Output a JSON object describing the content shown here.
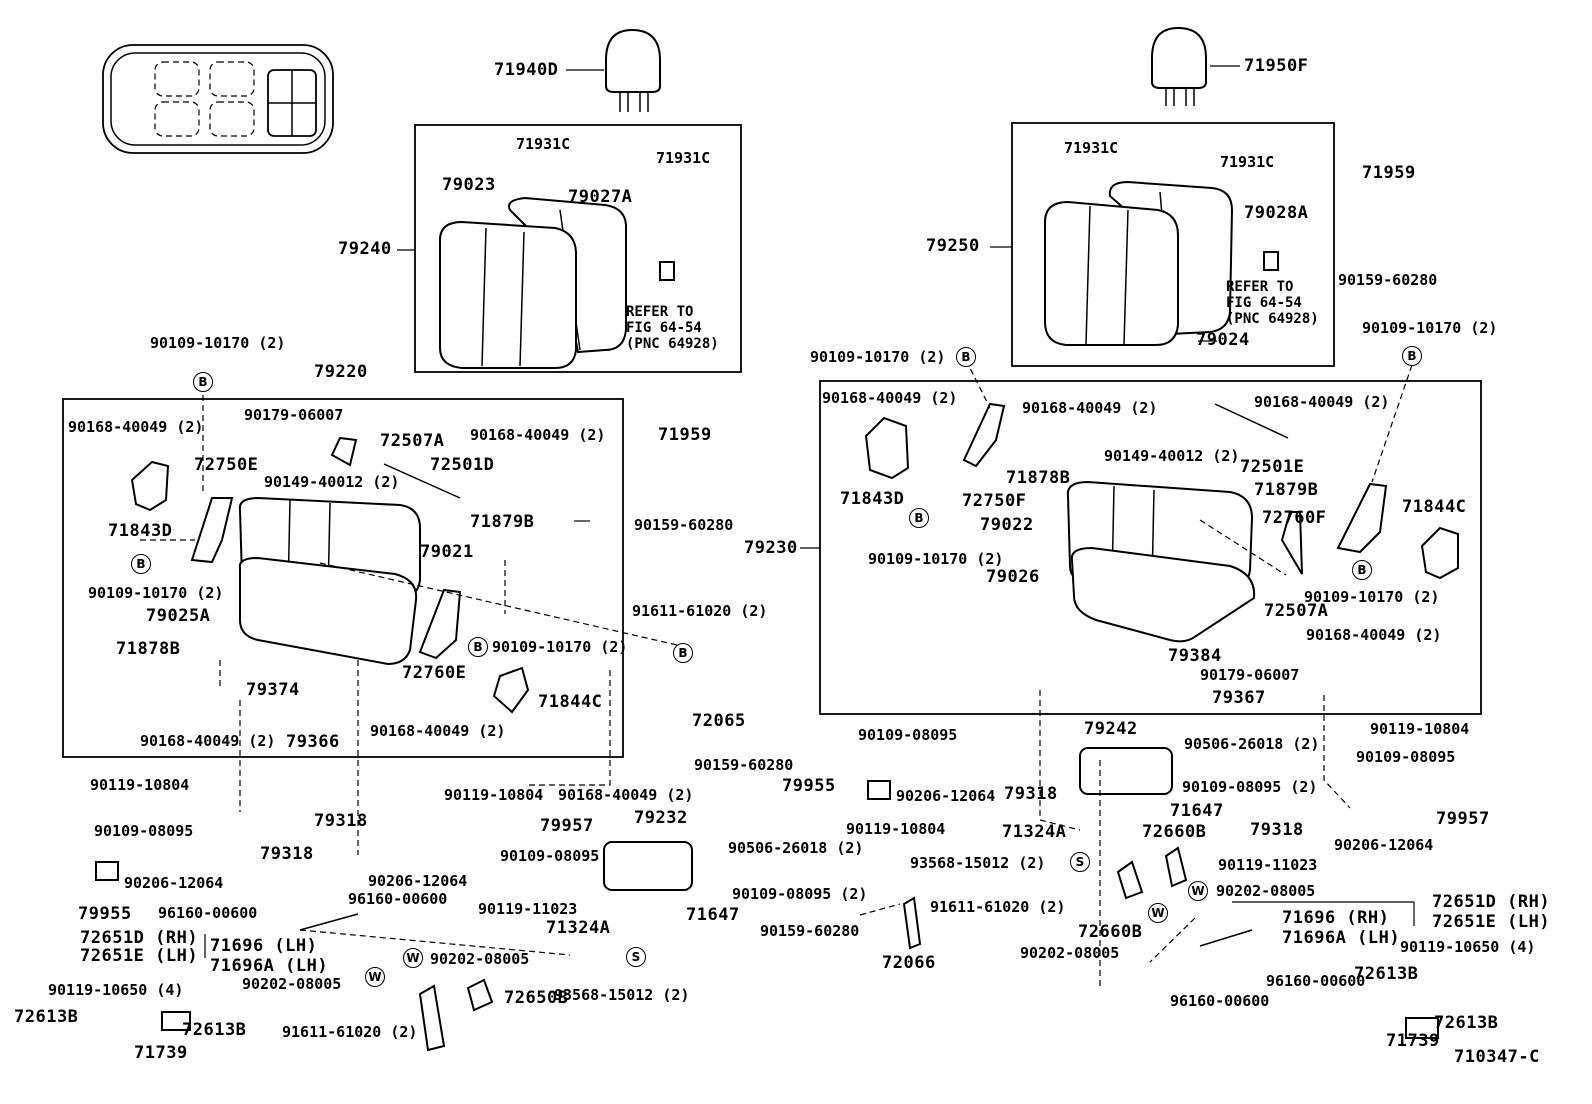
{
  "diagram_code": "710347-C",
  "refer_note": "REFER TO\nFIG 64-54\n(PNC 64928)",
  "callouts": {
    "b": "B",
    "s": "S",
    "w": "W"
  },
  "parts": {
    "p71940D": "71940D",
    "p71950F": "71950F",
    "p71931C": "71931C",
    "p79023": "79023",
    "p79027A": "79027A",
    "p79028A": "79028A",
    "p79024": "79024",
    "p79240": "79240",
    "p79250": "79250",
    "p71959": "71959",
    "p9015960280": "90159-60280",
    "p9010910170x2": "90109-10170 (2)",
    "p79220": "79220",
    "p9016840049x2": "90168-40049 (2)",
    "p9017906007": "90179-06007",
    "p72507A": "72507A",
    "p72501D": "72501D",
    "p72501E": "72501E",
    "p72750E": "72750E",
    "p72750F": "72750F",
    "p9014940012x2": "90149-40012 (2)",
    "p71843D": "71843D",
    "p71879B": "71879B",
    "p71878B": "71878B",
    "p79021": "79021",
    "p79022": "79022",
    "p79025A": "79025A",
    "p79026": "79026",
    "p9161161020x2": "91611-61020 (2)",
    "p72760E": "72760E",
    "p72760F": "72760F",
    "p79374": "79374",
    "p71844C": "71844C",
    "p72065": "72065",
    "p72066": "72066",
    "p79366": "79366",
    "p79384": "79384",
    "p79367": "79367",
    "p79230": "79230",
    "p79242": "79242",
    "p79232": "79232",
    "p9011910804": "90119-10804",
    "p9010908095": "90109-08095",
    "p9010908095x2": "90109-08095 (2)",
    "p79318": "79318",
    "p79957": "79957",
    "p79955": "79955",
    "p9020612064": "90206-12064",
    "p9050626018x2": "90506-26018 (2)",
    "p9011911023": "90119-11023",
    "p71324A": "71324A",
    "p71647": "71647",
    "p9356815012x2": "93568-15012 (2)",
    "p9616000600": "96160-00600",
    "p72651D": "72651D (RH)",
    "p72651E": "72651E (LH)",
    "p71696LH": "71696  (LH)",
    "p71696RH": "71696  (RH)",
    "p71696A": "71696A (LH)",
    "p9020208005": "90202-08005",
    "p9011910650x4": "90119-10650 (4)",
    "p72613B": "72613B",
    "p71739": "71739",
    "p72650B": "72650B",
    "p72660B": "72660B"
  }
}
